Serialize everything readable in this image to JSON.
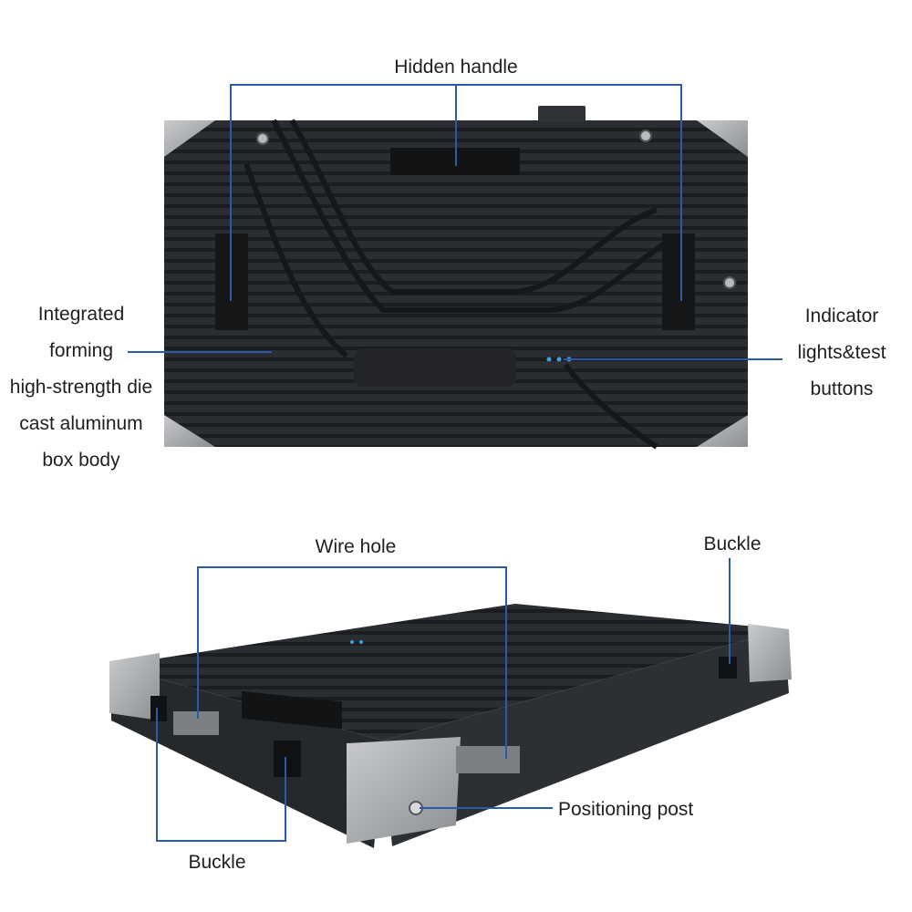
{
  "labels": {
    "hidden_handle": "Hidden handle",
    "box_body": [
      "Integrated",
      "forming",
      "high-strength die",
      "cast aluminum",
      "box body"
    ],
    "indicator": [
      "Indicator",
      "lights&test",
      "buttons"
    ],
    "wire_hole": "Wire hole",
    "buckle_right": "Buckle",
    "buckle_left": "Buckle",
    "positioning_post": "Positioning post"
  },
  "colors": {
    "leader": "#2b5aa6",
    "cabinet": "#2a2d31",
    "groove": "#1b1d20",
    "corner": "#a7a9ab",
    "indicator": "#3aa3e0"
  }
}
